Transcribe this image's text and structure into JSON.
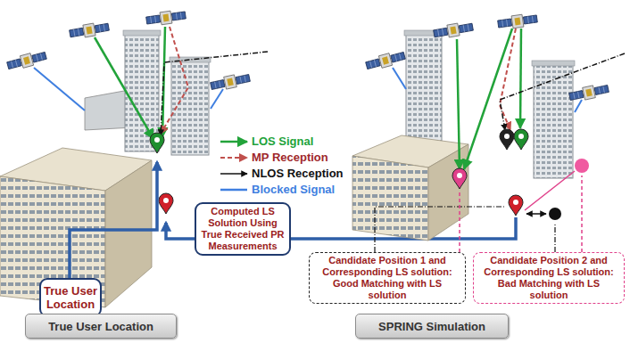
{
  "diagram": {
    "nodes": [
      {
        "text": [
          "True User Location"
        ]
      },
      {
        "text": [
          "Computed LS Solution Using True Received PR Measurements"
        ]
      },
      {
        "text": [
          "Candidate Position 1 and Corresponding LS solution: Good Matching with LS solution"
        ]
      },
      {
        "text": [
          "Candidate Position 2 and Corresponding LS solution: Bad Matching with LS solution"
        ]
      },
      {
        "text": [
          "True User Location"
        ]
      },
      {
        "text": [
          "SPRING Simulation"
        ]
      }
    ],
    "legend": [
      {
        "text": "LOS Signal"
      },
      {
        "text": "MP Reception"
      },
      {
        "text": "NLOS Reception"
      },
      {
        "text": "Blocked Signal"
      }
    ]
  }
}
